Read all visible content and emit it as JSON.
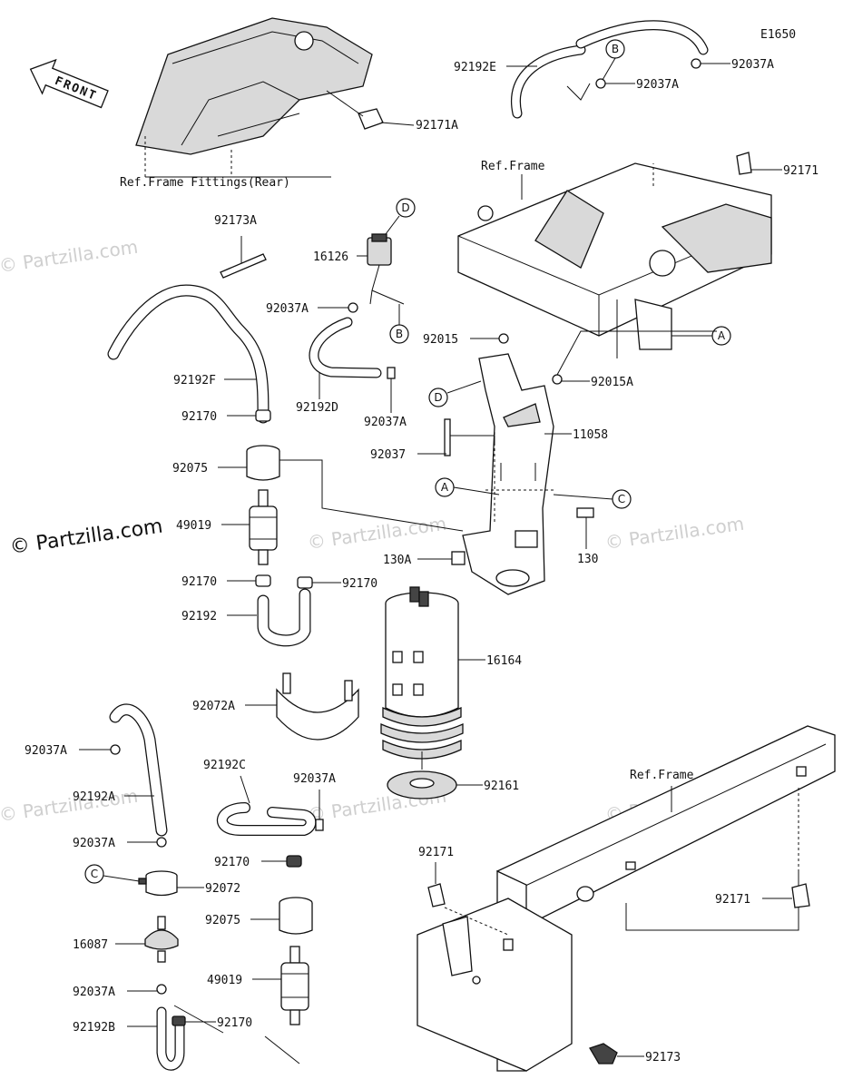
{
  "diagram_code": "E1650",
  "front_label": "FRONT",
  "watermarks": {
    "main": "© Partzilla.com",
    "faint": "© Partzilla.com"
  },
  "ref_labels": {
    "frame_fittings_rear": "Ref.Frame Fittings(Rear)",
    "frame_top": "Ref.Frame",
    "frame_bottom": "Ref.Frame"
  },
  "callout_letters": [
    "A",
    "B",
    "C",
    "D"
  ],
  "part_labels": {
    "p92192E": "92192E",
    "p92037A_1": "92037A",
    "p92037A_2": "92037A",
    "p92171A": "92171A",
    "p92171_1": "92171",
    "p92173A": "92173A",
    "p16126": "16126",
    "p92037A_3": "92037A",
    "p92192F": "92192F",
    "p92192D": "92192D",
    "p92037A_4": "92037A",
    "p92015": "92015",
    "p92015A": "92015A",
    "p92037": "92037",
    "p11058": "11058",
    "p92170_1": "92170",
    "p92075_1": "92075",
    "p49019_1": "49019",
    "p130A": "130A",
    "p130": "130",
    "p92170_2": "92170",
    "p92170_3": "92170",
    "p92192": "92192",
    "p16164": "16164",
    "p92072A": "92072A",
    "p92037A_5": "92037A",
    "p92192A": "92192A",
    "p92037A_6": "92037A",
    "p92192C": "92192C",
    "p92037A_7": "92037A",
    "p92161": "92161",
    "p92171_2": "92171",
    "p92171_3": "92171",
    "p92170_4": "92170",
    "p92072": "92072",
    "p92075_2": "92075",
    "p16087": "16087",
    "p49019_2": "49019",
    "p92037A_8": "92037A",
    "p92192B": "92192B",
    "p92170_5": "92170",
    "p92173": "92173"
  }
}
